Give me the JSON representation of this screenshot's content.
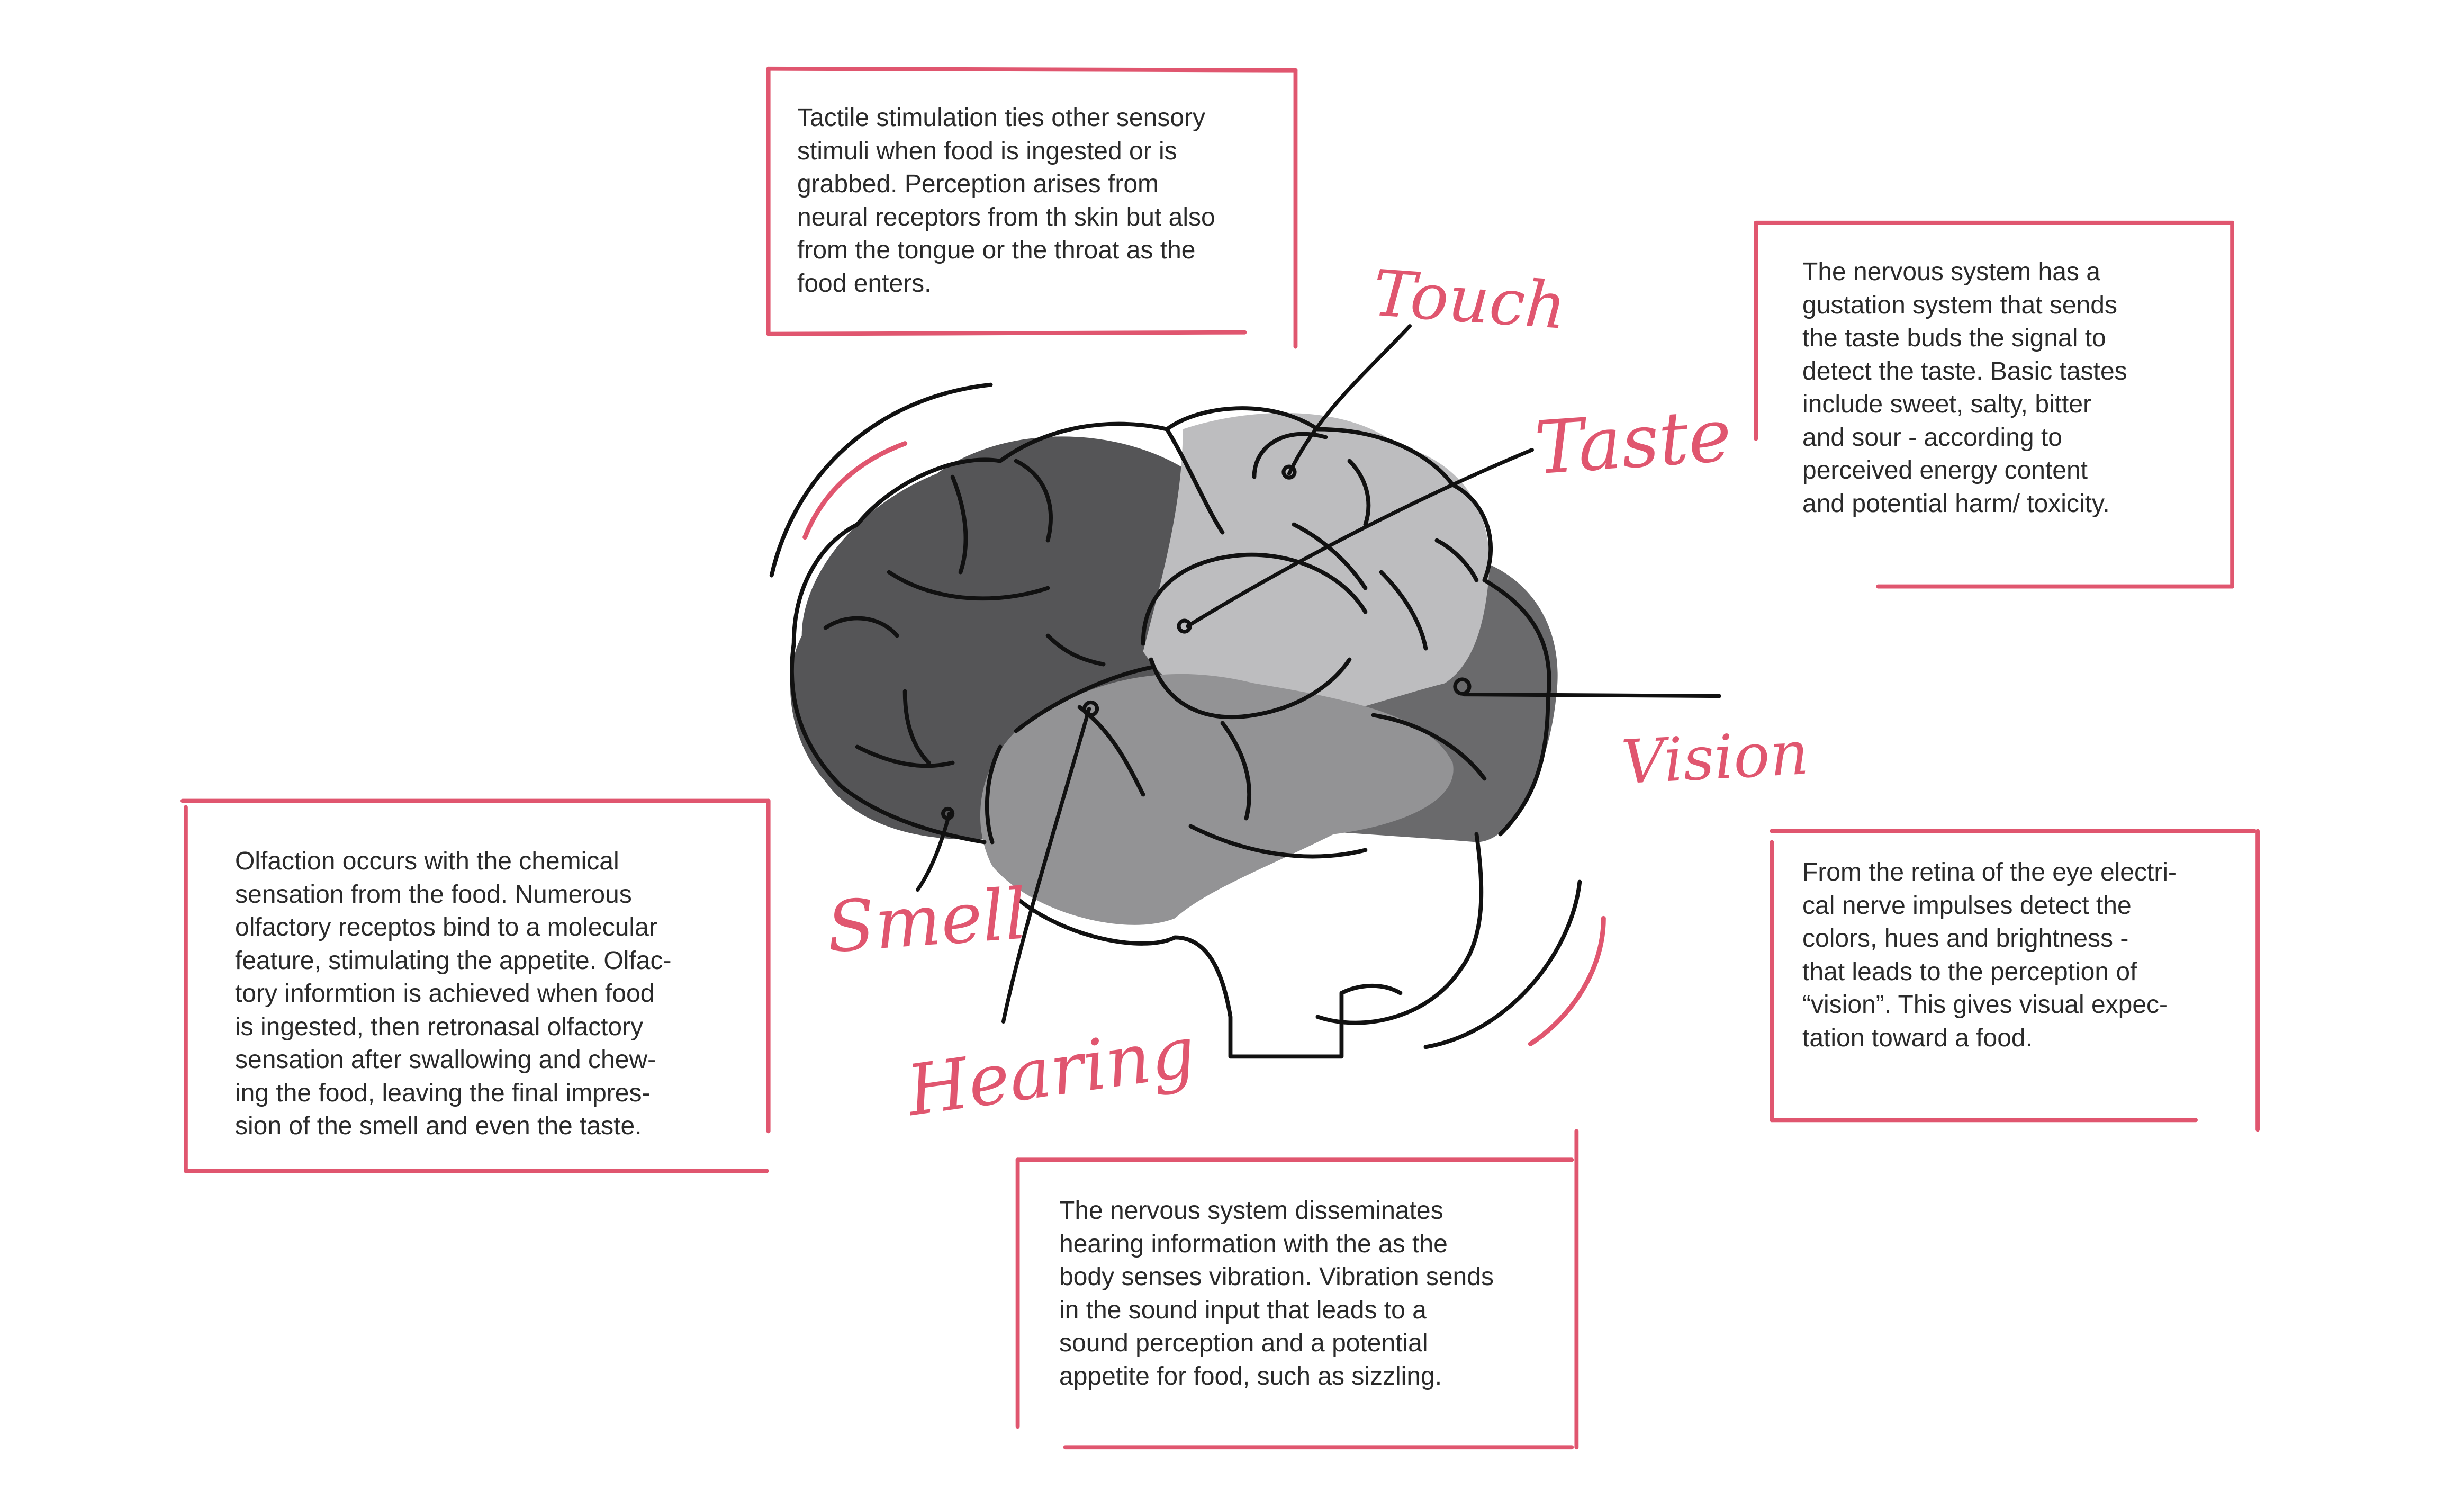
{
  "colors": {
    "accent": "#e0566f",
    "ink": "#111111",
    "text": "#2a2a2a",
    "lobe_dark": "#555557",
    "lobe_light": "#bdbdbf",
    "lobe_mid": "#939395",
    "lobe_back": "#6a6a6c"
  },
  "labels": {
    "touch": "Touch",
    "taste": "Taste",
    "vision": "Vision",
    "smell": "Smell",
    "hearing": "Hearing"
  },
  "notes": {
    "touch": "Tactile stimulation ties other sensory\nstimuli when food is ingested or is\ngrabbed. Perception arises from\nneural receptors from th skin but also\nfrom the tongue or the throat as the\nfood enters.",
    "taste": "The nervous system has a\ngustation system that sends\nthe taste buds the signal to\ndetect the taste. Basic tastes\ninclude sweet, salty, bitter\nand sour - according to\nperceived energy content\nand potential harm/ toxicity.",
    "smell": "Olfaction occurs with the chemical\nsensation from the food. Numerous\nolfactory receptos bind to a molecular\nfeature, stimulating the appetite. Olfac-\ntory informtion is achieved when food\nis ingested, then retronasal olfactory\nsensation after swallowing and chew-\ning the food, leaving the final impres-\nsion of the smell and even the taste.",
    "vision": "From the retina of the eye electri-\ncal nerve impulses detect the\ncolors, hues and brightness -\nthat leads to the perception of\n“vision”. This gives visual expec-\ntation toward a food.",
    "hearing": "The nervous system disseminates\nhearing information with the  as the\nbody senses vibration. Vibration sends\nin the sound input that leads to a\nsound perception and a potential\nappetite for food, such as sizzling."
  }
}
